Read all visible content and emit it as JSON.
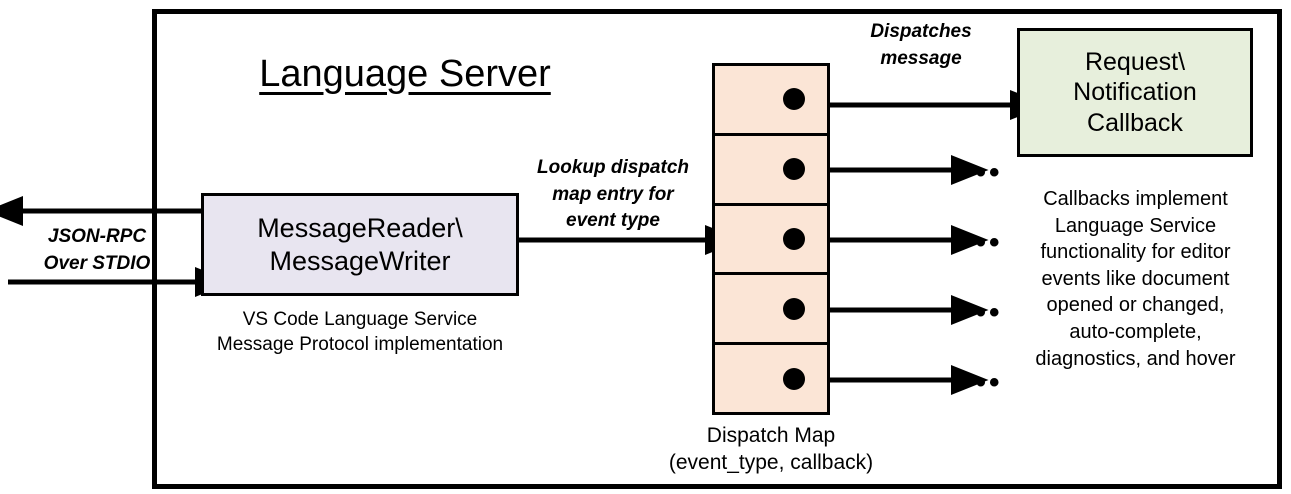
{
  "diagram": {
    "title": "Language Server",
    "outer_border_color": "#000000",
    "background": "#ffffff"
  },
  "left_io": {
    "label": "JSON-RPC\nOver STDIO",
    "outbound_arrow_name": "arrow-out-left",
    "inbound_arrow_name": "arrow-in-right"
  },
  "message_box": {
    "label": "MessageReader\\\nMessageWriter",
    "caption": "VS Code Language Service\nMessage Protocol implementation",
    "fill": "#E8E5F0"
  },
  "lookup_arrow": {
    "label": "Lookup dispatch\nmap entry for\nevent type"
  },
  "dispatch_map": {
    "caption": "Dispatch Map\n(event_type, callback)",
    "fill": "#FBE5D6",
    "row_count": 5,
    "rows": [
      {
        "dot": true,
        "outgoing": "callback-box"
      },
      {
        "dot": true,
        "outgoing": "ellipsis"
      },
      {
        "dot": true,
        "outgoing": "ellipsis"
      },
      {
        "dot": true,
        "outgoing": "ellipsis"
      },
      {
        "dot": true,
        "outgoing": "ellipsis"
      }
    ]
  },
  "dispatch_arrow": {
    "label": "Dispatches\nmessage"
  },
  "callback": {
    "label": "Request\\\nNotification\nCallback",
    "caption": "Callbacks implement\nLanguage Service\nfunctionality for editor\nevents like document\nopened or changed,\nauto-complete,\ndiagnostics, and hover",
    "fill": "#E7EFDC"
  },
  "ellipsis": {
    "glyph": "•••"
  }
}
